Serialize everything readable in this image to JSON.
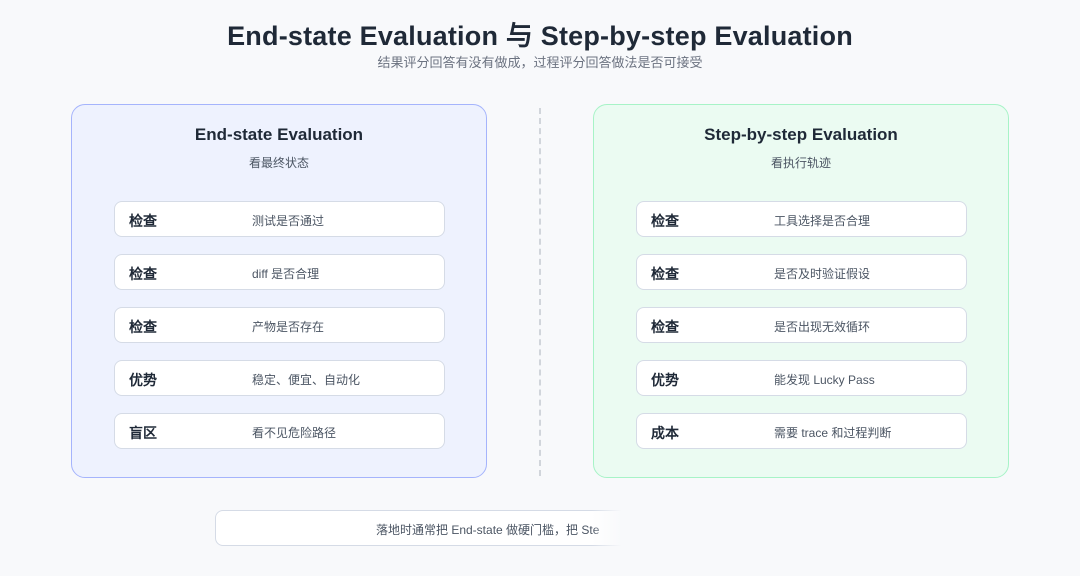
{
  "header": {
    "title": "End-state Evaluation 与 Step-by-step Evaluation",
    "subtitle": "结果评分回答有没有做成，过程评分回答做法是否可接受"
  },
  "left_panel": {
    "title": "End-state Evaluation",
    "subtitle": "看最终状态",
    "rows": [
      {
        "label": "检查",
        "value": "测试是否通过"
      },
      {
        "label": "检查",
        "value": "diff 是否合理"
      },
      {
        "label": "检查",
        "value": "产物是否存在"
      },
      {
        "label": "优势",
        "value": "稳定、便宜、自动化"
      },
      {
        "label": "盲区",
        "value": "看不见危险路径"
      }
    ]
  },
  "right_panel": {
    "title": "Step-by-step Evaluation",
    "subtitle": "看执行轨迹",
    "rows": [
      {
        "label": "检查",
        "value": "工具选择是否合理"
      },
      {
        "label": "检查",
        "value": "是否及时验证假设"
      },
      {
        "label": "检查",
        "value": "是否出现无效循环"
      },
      {
        "label": "优势",
        "value": "能发现 Lucky Pass"
      },
      {
        "label": "成本",
        "value": "需要 trace 和过程判断"
      }
    ]
  },
  "footer": {
    "text": "落地时通常把 End-state 做硬门槛，把 Ste"
  }
}
